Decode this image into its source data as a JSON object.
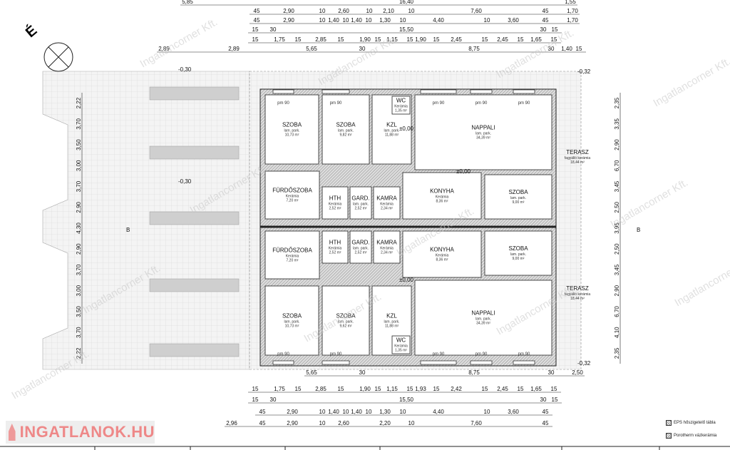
{
  "north_label": "É",
  "watermark": "Ingatlancorner Kft.",
  "logo": "INGATLANOK.HU",
  "legend": [
    "EPS hőszigetelő tábla",
    "Porotherm vázkerámia"
  ],
  "window_label": "pm 90",
  "units": [
    {
      "rooms": [
        {
          "name": "SZOBA",
          "floor": "lam. park.",
          "area": "10,73 m²"
        },
        {
          "name": "SZOBA",
          "floor": "lam. park.",
          "area": "9,82 m²"
        },
        {
          "name": "KZL",
          "floor": "lam. park.",
          "area": "11,88 m²"
        },
        {
          "name": "WC",
          "floor": "Kerámia",
          "area": "1,35 m²"
        },
        {
          "name": "NAPPALI",
          "floor": "lam. park.",
          "area": "34,39 m²"
        },
        {
          "name": "FÜRDŐSZOBA",
          "floor": "Kerámia",
          "area": "7,20 m²"
        },
        {
          "name": "HTH",
          "floor": "Kerámia",
          "area": "2,52 m²"
        },
        {
          "name": "GARD.",
          "floor": "lam. park.",
          "area": "2,52 m²"
        },
        {
          "name": "KAMRA",
          "floor": "Kerámia",
          "area": "2,34 m²"
        },
        {
          "name": "KONYHA",
          "floor": "Kerámia",
          "area": "8,36 m²"
        },
        {
          "name": "SZOBA",
          "floor": "lam. park.",
          "area": "9,00 m²"
        },
        {
          "name": "TERASZ",
          "floor": "fagyálló kerámia",
          "area": "18,44 m²"
        }
      ]
    },
    {
      "rooms": [
        {
          "name": "SZOBA",
          "floor": "lam. park.",
          "area": "10,73 m²"
        },
        {
          "name": "SZOBA",
          "floor": "lam. park.",
          "area": "9,62 m²"
        },
        {
          "name": "KZL",
          "floor": "lam. park.",
          "area": "11,88 m²"
        },
        {
          "name": "WC",
          "floor": "Kerámia",
          "area": "1,35 m²"
        },
        {
          "name": "NAPPALI",
          "floor": "lam. park.",
          "area": "34,39 m²"
        },
        {
          "name": "FÜRDŐSZOBA",
          "floor": "Kerámia",
          "area": "7,20 m²"
        },
        {
          "name": "HTH",
          "floor": "Kerámia",
          "area": "2,52 m²"
        },
        {
          "name": "GARD.",
          "floor": "lam. park.",
          "area": "2,52 m²"
        },
        {
          "name": "KAMRA",
          "floor": "Kerámia",
          "area": "2,34 m²"
        },
        {
          "name": "KONYHA",
          "floor": "Kerámia",
          "area": "8,36 m²"
        },
        {
          "name": "SZOBA",
          "floor": "lam. park.",
          "area": "9,00 m²"
        },
        {
          "name": "TERASZ",
          "floor": "fagyálló kerámia",
          "area": "18,44 m²"
        }
      ]
    }
  ],
  "levels": [
    "±0,00",
    "-0,30",
    "-0,32"
  ],
  "section_label": "B",
  "dimensions": {
    "top1": [
      "5,85",
      "16,40",
      "1,55"
    ],
    "top2": [
      "45",
      "2,90",
      "10",
      "2,60",
      "10",
      "2,10",
      "10",
      "7,60",
      "45",
      "1,70"
    ],
    "top3": [
      "45",
      "2,90",
      "10",
      "1,40",
      "10",
      "1,40",
      "10",
      "1,30",
      "10",
      "4,40",
      "10",
      "3,60",
      "45",
      "1,70"
    ],
    "top4": [
      "15",
      "30",
      "15,50",
      "30",
      "15"
    ],
    "top5": [
      "15",
      "1,75",
      "15",
      "2,85",
      "15",
      "1,90",
      "15",
      "1,15",
      "15",
      "1,90",
      "15",
      "2,45",
      "15",
      "2,45",
      "15",
      "1,65",
      "15"
    ],
    "top6": [
      "2,89",
      "2,89",
      "5,65",
      "30",
      "8,75",
      "30",
      "1,40",
      "15"
    ],
    "bot1": [
      "5,65",
      "30",
      "8,75",
      "30",
      "2,50"
    ],
    "bot2": [
      "15",
      "1,75",
      "15",
      "2,85",
      "15",
      "1,90",
      "15",
      "1,15",
      "15",
      "1,93",
      "15",
      "2,42",
      "15",
      "2,45",
      "15",
      "1,65",
      "15"
    ],
    "bot3": [
      "15",
      "30",
      "15,50",
      "30",
      "15"
    ],
    "bot4": [
      "45",
      "2,90",
      "10",
      "1,40",
      "10",
      "1,40",
      "10",
      "1,30",
      "10",
      "4,40",
      "10",
      "3,60",
      "45"
    ],
    "bot5": [
      "2,96",
      "45",
      "2,90",
      "10",
      "2,60",
      "2,20",
      "10",
      "7,60",
      "45"
    ],
    "right": [
      "2,35",
      "3,35",
      "2,90",
      "6,70",
      "3,45",
      "2,50",
      "3,95",
      "2,50",
      "3,45",
      "2,90",
      "6,70",
      "4,10",
      "2,35"
    ],
    "left": [
      "2,22",
      "3,70",
      "3,50",
      "3,00",
      "3,70",
      "2,90",
      "4,30",
      "2,90",
      "3,70",
      "3,00",
      "3,50",
      "3,70",
      "2,22"
    ]
  }
}
